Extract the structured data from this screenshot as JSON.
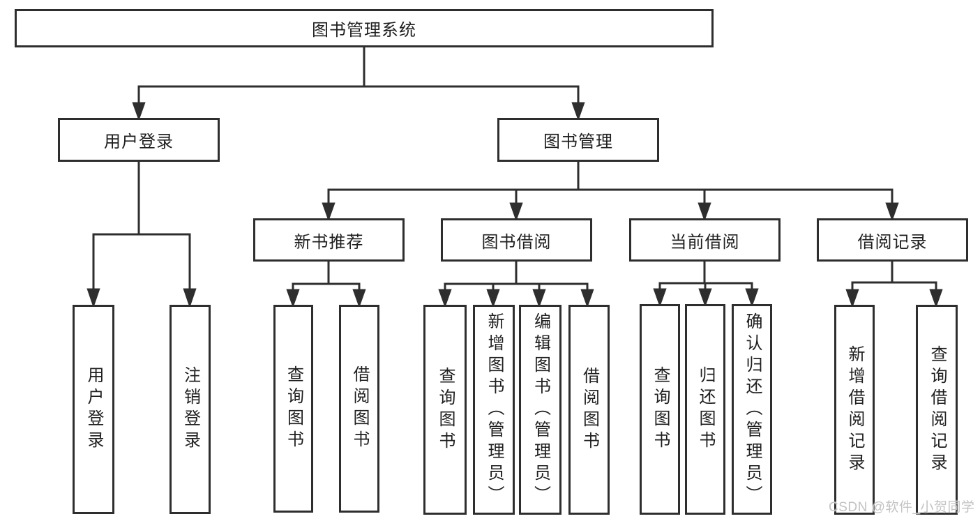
{
  "diagram": {
    "type": "hierarchy-tree",
    "title": "图书管理系统",
    "nodes": {
      "root": "图书管理系统",
      "user_login": "用户登录",
      "book_mgmt": "图书管理",
      "new_book_rec": "新书推荐",
      "book_borrow": "图书借阅",
      "current_borrow": "当前借阅",
      "borrow_records": "借阅记录",
      "leaf_user_login": "用户登录",
      "leaf_logout": "注销登录",
      "rec_query_books": "查询图书",
      "rec_borrow_books": "借阅图书",
      "bb_query_books": "查询图书",
      "bb_add_books": "新增图书（管理员）",
      "bb_edit_books": "编辑图书（管理员）",
      "bb_borrow_books": "借阅图书",
      "cb_query_books": "查询图书",
      "cb_return_books": "归还图书",
      "cb_confirm_return": "确认归还（管理员）",
      "br_add_record": "新增借阅记录",
      "br_query_record": "查询借阅记录"
    },
    "edges": [
      {
        "from": "root",
        "to": "user_login"
      },
      {
        "from": "root",
        "to": "book_mgmt"
      },
      {
        "from": "user_login",
        "to": "leaf_user_login"
      },
      {
        "from": "user_login",
        "to": "leaf_logout"
      },
      {
        "from": "book_mgmt",
        "to": "new_book_rec"
      },
      {
        "from": "book_mgmt",
        "to": "book_borrow"
      },
      {
        "from": "book_mgmt",
        "to": "current_borrow"
      },
      {
        "from": "book_mgmt",
        "to": "borrow_records"
      },
      {
        "from": "new_book_rec",
        "to": "rec_query_books"
      },
      {
        "from": "new_book_rec",
        "to": "rec_borrow_books"
      },
      {
        "from": "book_borrow",
        "to": "bb_query_books"
      },
      {
        "from": "book_borrow",
        "to": "bb_add_books"
      },
      {
        "from": "book_borrow",
        "to": "bb_edit_books"
      },
      {
        "from": "book_borrow",
        "to": "bb_borrow_books"
      },
      {
        "from": "current_borrow",
        "to": "cb_query_books"
      },
      {
        "from": "current_borrow",
        "to": "cb_return_books"
      },
      {
        "from": "current_borrow",
        "to": "cb_confirm_return"
      },
      {
        "from": "borrow_records",
        "to": "br_add_record"
      },
      {
        "from": "borrow_records",
        "to": "br_query_record"
      }
    ],
    "colors": {
      "line": "#2e2e2e",
      "text": "#1f1f1f",
      "background": "#ffffff",
      "watermark": "#c3c3c3"
    },
    "watermark": "CSDN @软件_小贺同学"
  }
}
